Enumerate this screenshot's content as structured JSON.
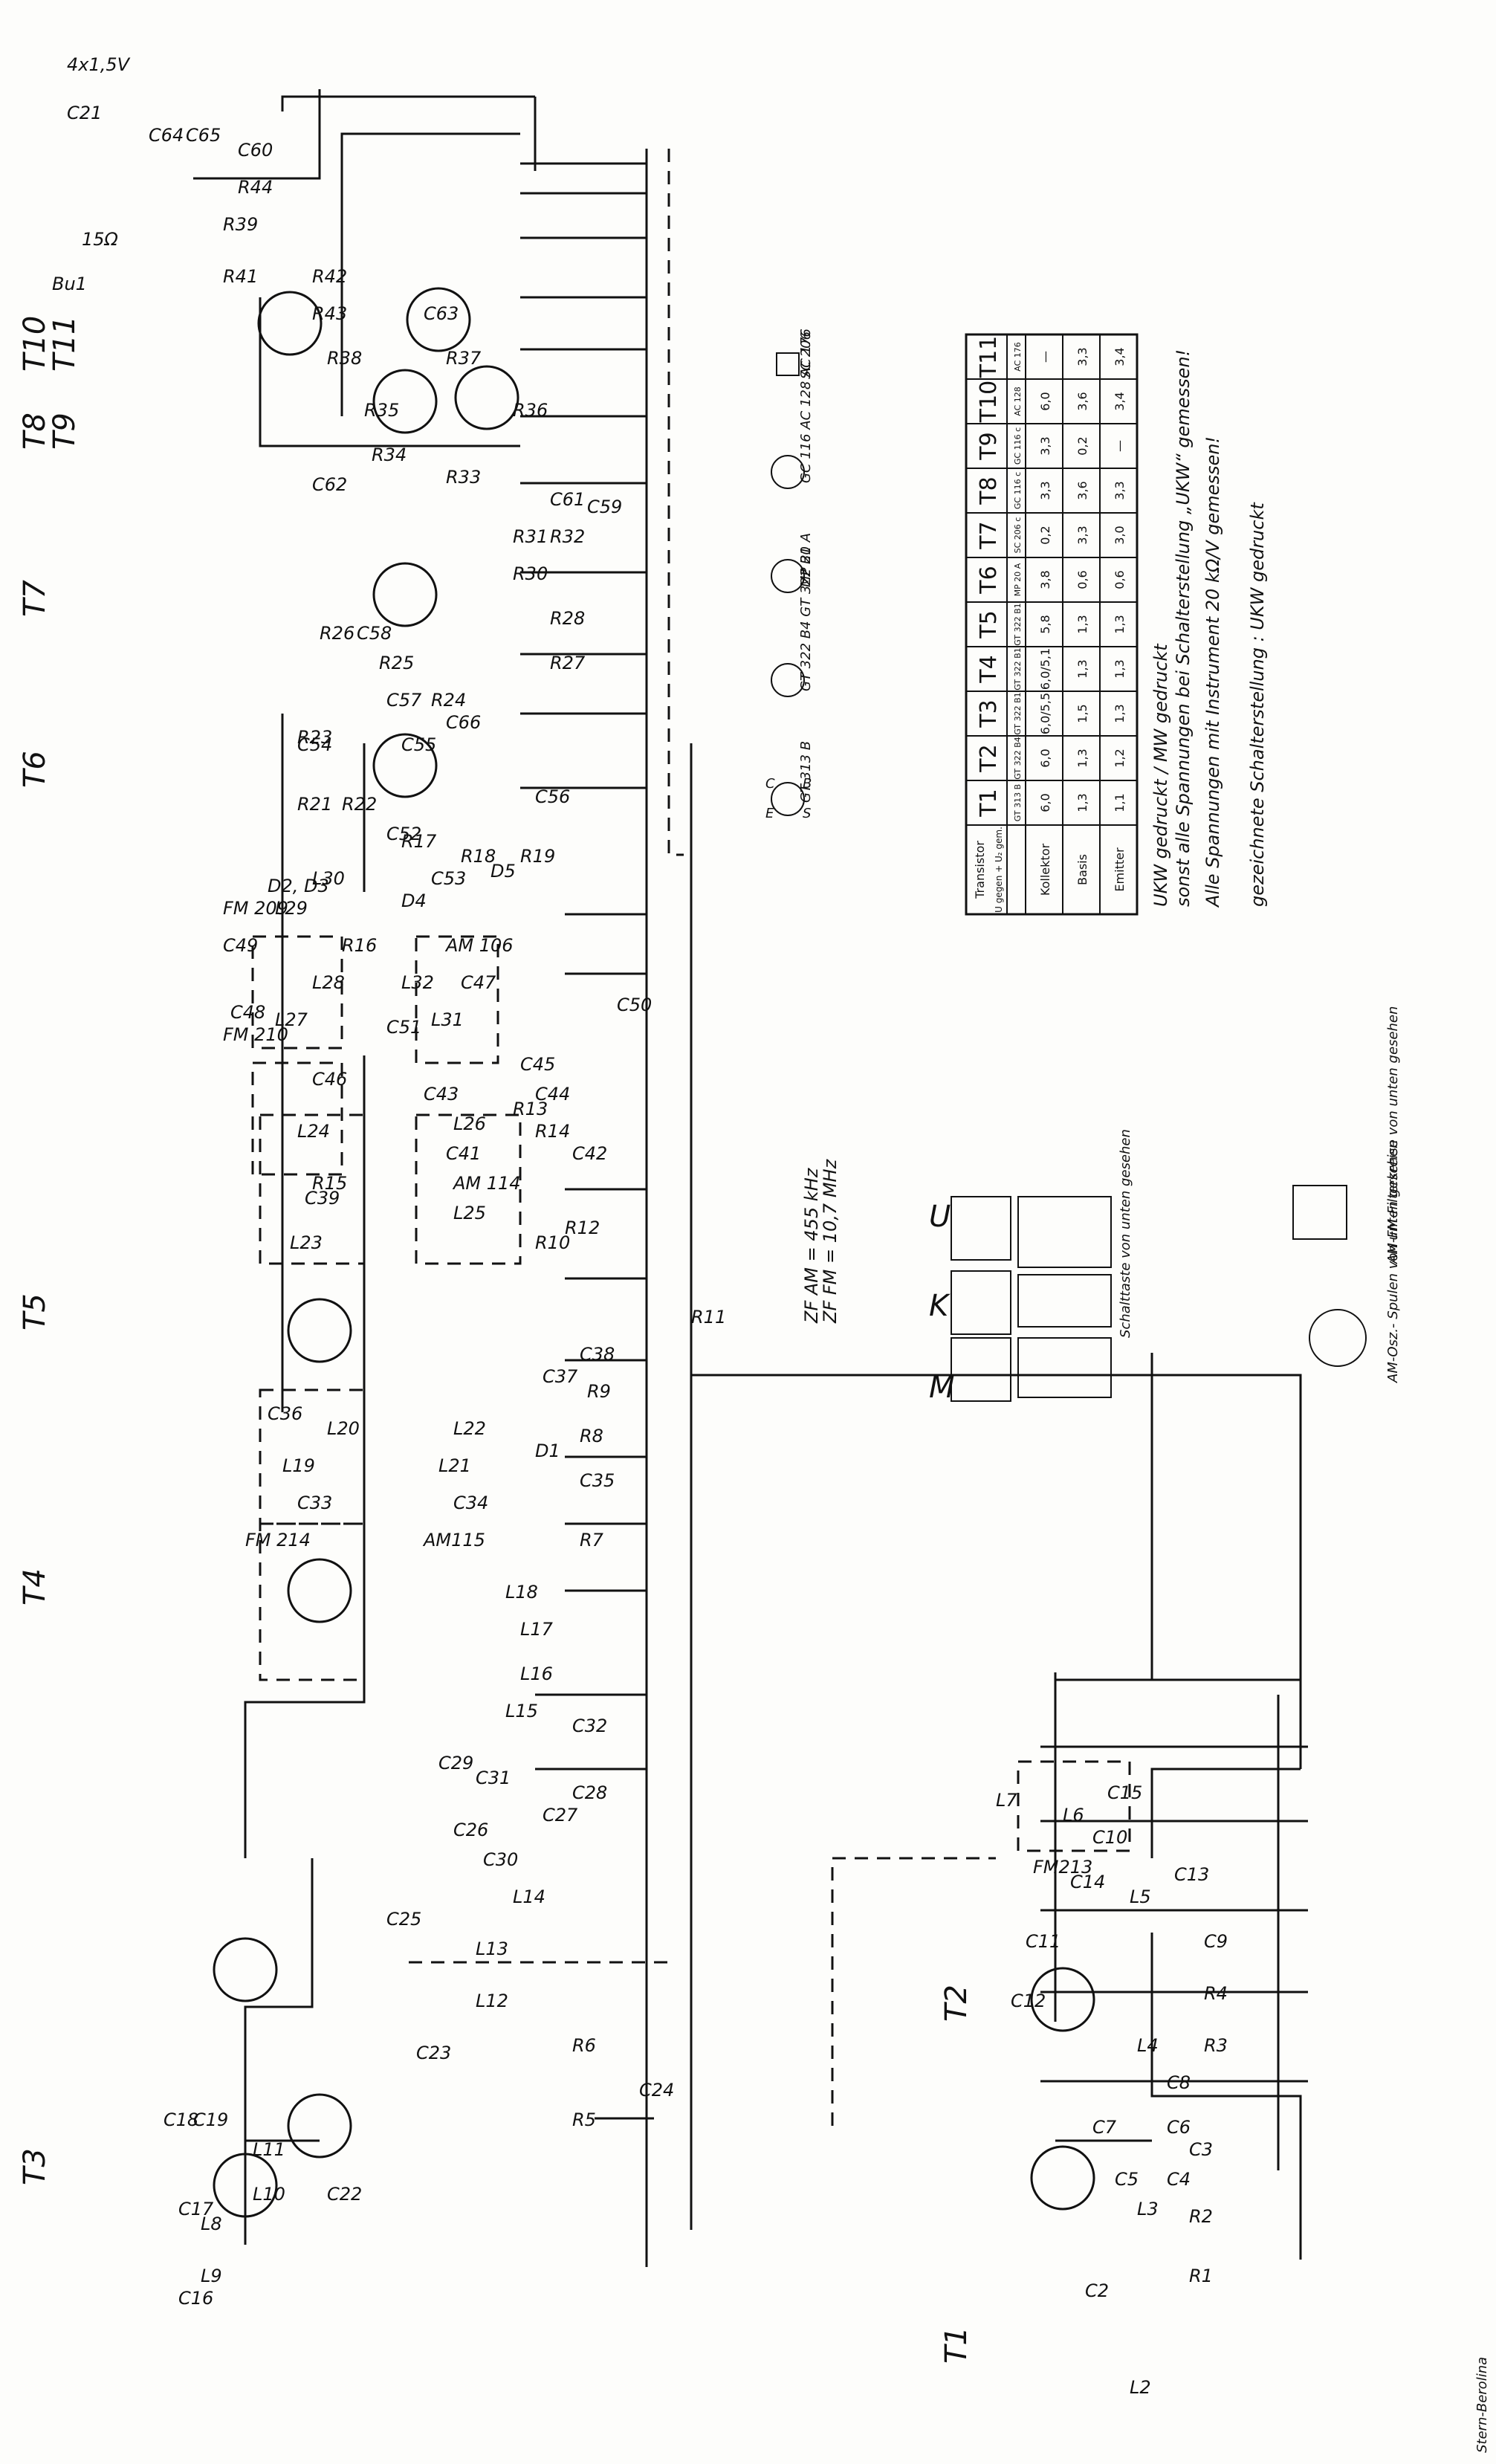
{
  "transistor_labels": [
    "T1",
    "T2",
    "T3",
    "T4",
    "T5",
    "T6",
    "T7",
    "T8",
    "T9",
    "T10",
    "T11"
  ],
  "component_labels": [
    "C2",
    "L2",
    "R1",
    "R2",
    "C3",
    "R3",
    "R4",
    "C9",
    "C8",
    "C6",
    "C4",
    "C5",
    "C7",
    "L3",
    "L4",
    "L5",
    "C11",
    "C12",
    "C13",
    "C14",
    "C10",
    "C15",
    "L6",
    "L7",
    "FM213",
    "C16",
    "C17",
    "L8",
    "L9",
    "L10",
    "L11",
    "C18",
    "C19",
    "C22",
    "R5",
    "R6",
    "C23",
    "C24",
    "C25",
    "L12",
    "L13",
    "L14",
    "C26",
    "C27",
    "C28",
    "C29",
    "C30",
    "C31",
    "C32",
    "L15",
    "L16",
    "L17",
    "L18",
    "FM 214",
    "AM115",
    "C33",
    "C34",
    "C35",
    "L19",
    "L20",
    "L21",
    "L22",
    "R7",
    "R8",
    "R9",
    "D1",
    "C36",
    "C37",
    "C38",
    "R10",
    "R11",
    "R12",
    "R13",
    "R14",
    "C39",
    "C41",
    "C42",
    "C43",
    "C44",
    "C45",
    "L23",
    "L24",
    "L25",
    "L26",
    "AM 114",
    "FM 210",
    "FM 209",
    "AM 106",
    "L27",
    "L28",
    "L29",
    "L30",
    "L31",
    "L32",
    "C46",
    "C47",
    "C48",
    "C49",
    "C50",
    "C51",
    "C52",
    "C53",
    "C54",
    "C55",
    "C56",
    "R15",
    "R16",
    "R17",
    "R18",
    "R19",
    "R21",
    "R22",
    "R23",
    "R24",
    "D2, D3",
    "D4",
    "D5",
    "C57",
    "R25",
    "R26",
    "R27",
    "R28",
    "R30",
    "R31",
    "R32",
    "R33",
    "R34",
    "R35",
    "R36",
    "R37",
    "R38",
    "R39",
    "R41",
    "R42",
    "R43",
    "R44",
    "C58",
    "C59",
    "C60",
    "C61",
    "C62",
    "C63",
    "C64",
    "C65",
    "C66",
    "C21",
    "Bu1",
    "15Ω",
    "4x1,5V"
  ],
  "zf_note": [
    "ZF AM = 455 kHz",
    "ZF FM = 10,7 MHz"
  ],
  "switch_note": "Schalttaste von unten gesehen",
  "switch_letters": [
    "M",
    "K",
    "U"
  ],
  "coil_note_osc": "AM-Osz.- Spulen von unten gesehen",
  "coil_note_filter": "AM-FM-Filterkreise von unten gesehen",
  "pinouts": [
    {
      "name": "GT 313 B"
    },
    {
      "name": "GT 322 B4\nGT 322 B1"
    },
    {
      "name": "MP 20 A"
    },
    {
      "name": "GC 116\nAC 128\nAC 176"
    },
    {
      "name": "SC 206"
    }
  ],
  "pin_letters": [
    "C",
    "E",
    "B",
    "S"
  ],
  "voltage_table": {
    "header_corner": "Transistor",
    "corner_sub": "U gegen + U₂ gem.",
    "columns": [
      "T1",
      "T2",
      "T3",
      "T4",
      "T5",
      "T6",
      "T7",
      "T8",
      "T9",
      "T10",
      "T11"
    ],
    "types": [
      "GT 313 B",
      "GT 322 B4",
      "GT 322 B1",
      "GT 322 B1",
      "GT 322 B1",
      "MP 20 A",
      "SC 206 c",
      "GC 116 c",
      "GC 116 c",
      "AC 128",
      "AC 176"
    ],
    "rows": [
      {
        "label": "Kollektor",
        "values": [
          "6,0",
          "6,0",
          "6,0/5,5",
          "6,0/5,1",
          "5,8",
          "3,8",
          "0,2",
          "3,3",
          "3,3",
          "6,0",
          "—"
        ]
      },
      {
        "label": "Basis",
        "values": [
          "1,3",
          "1,3",
          "1,5",
          "1,3",
          "1,3",
          "0,6",
          "3,3",
          "3,6",
          "0,2",
          "3,6",
          "3,3"
        ]
      },
      {
        "label": "Emitter",
        "values": [
          "1,1",
          "1,2",
          "1,3",
          "1,3",
          "1,3",
          "0,6",
          "3,0",
          "3,3",
          "—",
          "3,4",
          "3,4"
        ]
      }
    ]
  },
  "notes": [
    "UKW gedruckt / MW gedruckt",
    "sonst alle Spannungen bei Schalterstellung „UKW“ gemessen!",
    "Alle Spannungen mit Instrument 20 kΩ/V gemessen!",
    "gezeichnete Schalterstellung : UKW gedruckt"
  ],
  "brand": "Stern-Berolina"
}
